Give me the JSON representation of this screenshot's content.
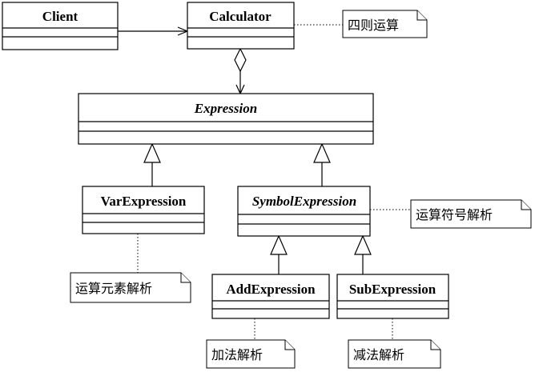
{
  "classes": {
    "client": {
      "name": "Client",
      "abstract": false
    },
    "calculator": {
      "name": "Calculator",
      "abstract": false
    },
    "expression": {
      "name": "Expression",
      "abstract": true
    },
    "var_expression": {
      "name": "VarExpression",
      "abstract": false
    },
    "symbol_expression": {
      "name": "SymbolExpression",
      "abstract": true
    },
    "add_expression": {
      "name": "AddExpression",
      "abstract": false
    },
    "sub_expression": {
      "name": "SubExpression",
      "abstract": false
    }
  },
  "notes": {
    "calculator": "四则运算",
    "symbol_expression": "运算符号解析",
    "var_expression": "运算元素解析",
    "add_expression": "加法解析",
    "sub_expression": "减法解析"
  },
  "relations": [
    {
      "type": "association",
      "from": "Client",
      "to": "Calculator"
    },
    {
      "type": "aggregation",
      "whole": "Calculator",
      "part": "Expression"
    },
    {
      "type": "generalization",
      "child": "VarExpression",
      "parent": "Expression"
    },
    {
      "type": "generalization",
      "child": "SymbolExpression",
      "parent": "Expression"
    },
    {
      "type": "generalization",
      "child": "AddExpression",
      "parent": "SymbolExpression"
    },
    {
      "type": "generalization",
      "child": "SubExpression",
      "parent": "SymbolExpression"
    }
  ]
}
